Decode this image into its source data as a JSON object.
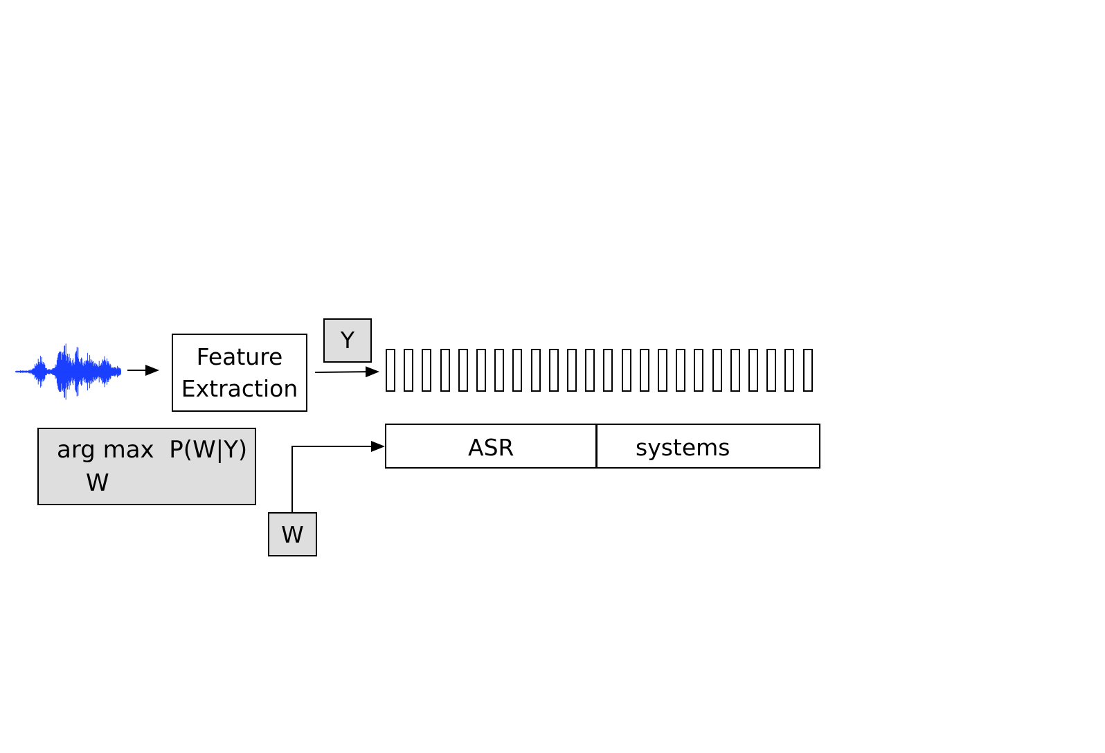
{
  "diagram": {
    "feature_box": {
      "line1": "Feature",
      "line2": "Extraction"
    },
    "y_label": "Y",
    "w_label": "W",
    "argmax": {
      "line1": "arg max  P(W|Y)",
      "line2": "W"
    },
    "asr_bar": {
      "word1": "ASR",
      "word2": "systems"
    },
    "feature_frames": 24,
    "colors": {
      "waveform": "#1a3fff",
      "grey_box": "#dedede",
      "stroke": "#000000"
    }
  }
}
